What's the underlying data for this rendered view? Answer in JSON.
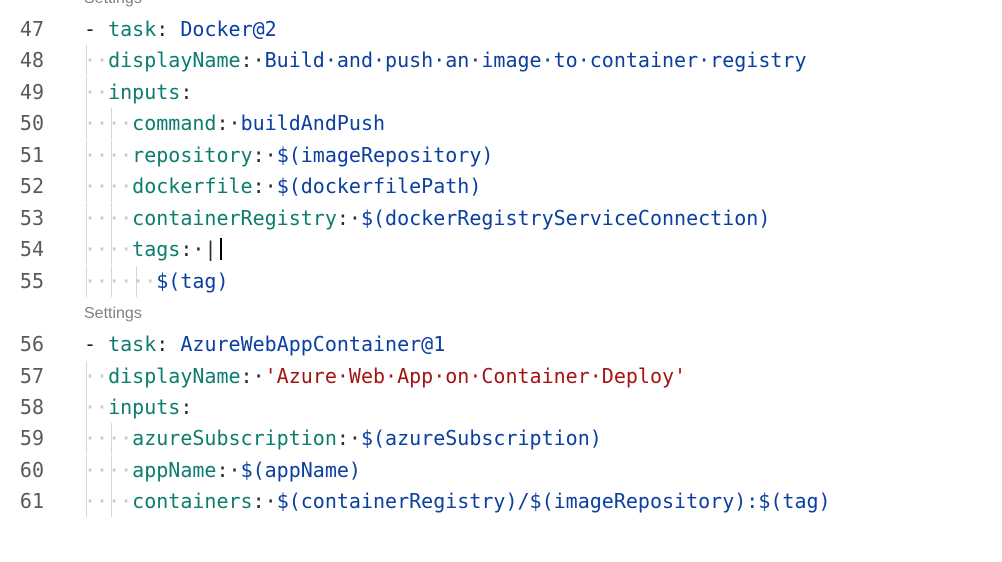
{
  "codelens": {
    "top_label": "Settings",
    "mid_label": "Settings"
  },
  "lines": [
    {
      "num": "47",
      "dash": "- ",
      "key": "task",
      "sep": ": ",
      "val": "Docker@2",
      "guides": 0
    },
    {
      "num": "48",
      "ws": "··",
      "key": "displayName",
      "sep": ":·",
      "val": "Build·and·push·an·image·to·container·registry",
      "guides": 1
    },
    {
      "num": "49",
      "ws": "··",
      "key": "inputs",
      "sep": ":",
      "val": "",
      "guides": 1
    },
    {
      "num": "50",
      "ws": "····",
      "key": "command",
      "sep": ":·",
      "val": "buildAndPush",
      "guides": 2
    },
    {
      "num": "51",
      "ws": "····",
      "key": "repository",
      "sep": ":·",
      "val": "$(imageRepository)",
      "guides": 2
    },
    {
      "num": "52",
      "ws": "····",
      "key": "dockerfile",
      "sep": ":·",
      "val": "$(dockerfilePath)",
      "guides": 2
    },
    {
      "num": "53",
      "ws": "····",
      "key": "containerRegistry",
      "sep": ":·",
      "val": "$(dockerRegistryServiceConnection)",
      "guides": 2
    },
    {
      "num": "54",
      "ws": "····",
      "key": "tags",
      "sep": ":·",
      "val": "|",
      "guides": 2
    },
    {
      "num": "55",
      "ws": "······",
      "key": "",
      "sep": "",
      "val": "$(tag)",
      "guides": 3
    },
    {
      "num": "56",
      "dash": "- ",
      "key": "task",
      "sep": ": ",
      "val": "AzureWebAppContainer@1",
      "guides": 0
    },
    {
      "num": "57",
      "ws": "··",
      "key": "displayName",
      "sep": ":·",
      "val": "'Azure·Web·App·on·Container·Deploy'",
      "guides": 1
    },
    {
      "num": "58",
      "ws": "··",
      "key": "inputs",
      "sep": ":",
      "val": "",
      "guides": 1
    },
    {
      "num": "59",
      "ws": "····",
      "key": "azureSubscription",
      "sep": ":·",
      "val": "$(azureSubscription)",
      "guides": 2
    },
    {
      "num": "60",
      "ws": "····",
      "key": "appName",
      "sep": ":·",
      "val": "$(appName)",
      "guides": 2
    },
    {
      "num": "61",
      "ws": "····",
      "key": "containers",
      "sep": ":·",
      "val": "$(containerRegistry)/$(imageRepository):$(tag)",
      "guides": 2
    }
  ]
}
